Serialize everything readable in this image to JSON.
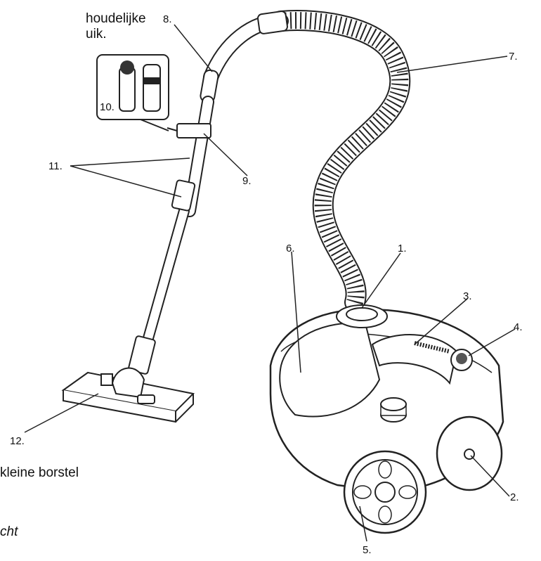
{
  "text_fragments": {
    "top_line_1": "houdelijke",
    "top_line_2": "uik.",
    "mid_line": "kleine borstel",
    "bottom_line": "cht"
  },
  "callouts": [
    {
      "id": "1",
      "label": "1."
    },
    {
      "id": "2",
      "label": "2."
    },
    {
      "id": "3",
      "label": "3."
    },
    {
      "id": "4",
      "label": "4."
    },
    {
      "id": "5",
      "label": "5."
    },
    {
      "id": "6",
      "label": "6."
    },
    {
      "id": "7",
      "label": "7."
    },
    {
      "id": "8",
      "label": "8."
    },
    {
      "id": "9",
      "label": "9."
    },
    {
      "id": "10",
      "label": "10."
    },
    {
      "id": "11",
      "label": "11."
    },
    {
      "id": "12",
      "label": "12."
    }
  ]
}
